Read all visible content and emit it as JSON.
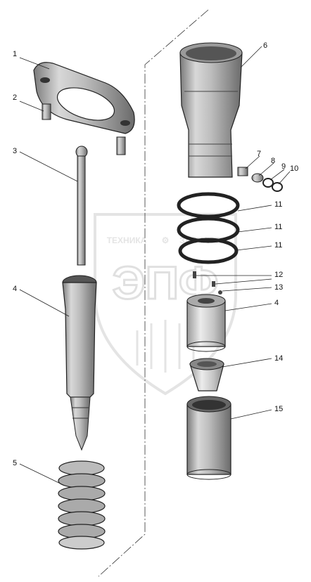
{
  "diagram": {
    "callouts": [
      {
        "id": "c1",
        "label": "1"
      },
      {
        "id": "c2",
        "label": "2"
      },
      {
        "id": "c3",
        "label": "3"
      },
      {
        "id": "c4a",
        "label": "4"
      },
      {
        "id": "c5",
        "label": "5"
      },
      {
        "id": "c6",
        "label": "6"
      },
      {
        "id": "c7",
        "label": "7"
      },
      {
        "id": "c8",
        "label": "8"
      },
      {
        "id": "c9",
        "label": "9"
      },
      {
        "id": "c10",
        "label": "10"
      },
      {
        "id": "c11a",
        "label": "11"
      },
      {
        "id": "c11b",
        "label": "11"
      },
      {
        "id": "c11c",
        "label": "11"
      },
      {
        "id": "c12",
        "label": "12"
      },
      {
        "id": "c13",
        "label": "13"
      },
      {
        "id": "c4b",
        "label": "4"
      },
      {
        "id": "c14",
        "label": "14"
      },
      {
        "id": "c15",
        "label": "15"
      }
    ]
  },
  "watermark": {
    "top_left": "ТЕХНИКА",
    "top_right": "ЗАПЧАСТИ",
    "main": "ЭПФ"
  }
}
